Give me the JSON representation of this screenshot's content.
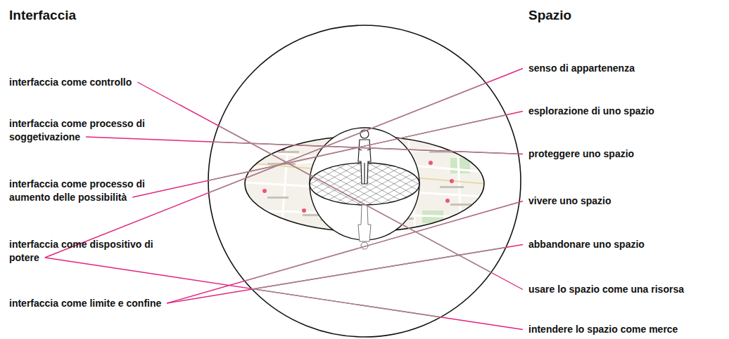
{
  "diagram": {
    "labels": [
      "Interfaccia",
      "Spazio",
      "interfaccia come controllo",
      "interfaccia come processo di soggetivazione",
      "interfaccia come processo di aumento delle possibilità",
      "interfaccia come dispositivo di potere",
      "interfaccia come limite e confine",
      "senso di appartenenza",
      "esplorazione di uno spazio",
      "proteggere uno spazio",
      "vivere uno spazio",
      "abbandonare uno spazio",
      "usare lo spazio come una risorsa",
      "intendere lo spazio come merce"
    ]
  }
}
